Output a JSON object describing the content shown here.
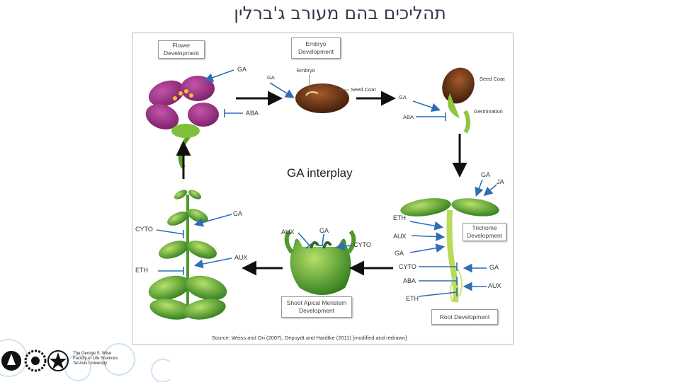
{
  "slide": {
    "title": "תהליכים בהם מעורב ג'ברלין"
  },
  "diagram": {
    "center_title": "GA interplay",
    "boxes": {
      "flower": "Flower Development",
      "embryo": "Embryo Development",
      "trichome": "Trichome Development",
      "root": "Root Development",
      "shoot": "Shoot Apical Meristem Development"
    },
    "labels": {
      "flower_ga": "GA",
      "flower_aba": "ABA",
      "embryo_ga": "GA",
      "embryo_embryo": "Embryo",
      "embryo_seedcoat": "Seed Coat",
      "germ_seedcoat": "Seed Coat",
      "germ_ga": "GA",
      "germ_aba": "ABA",
      "germ_germination": "Germination",
      "seedling_ga": "GA",
      "seedling_ja": "JA",
      "seedling_eth": "ETH",
      "seedling_aux": "AUX",
      "seedling_ga2": "GA",
      "root_cyto": "CYTO",
      "root_aba": "ABA",
      "root_eth": "ETH",
      "root_ga": "GA",
      "root_aux": "AUX",
      "sam_aux": "AUX",
      "sam_ga": "GA",
      "sam_cyto": "CYTO",
      "stem_ga": "GA",
      "stem_cyto": "CYTO",
      "stem_aux": "AUX",
      "stem_eth": "ETH"
    },
    "source": "Source: Weiss and Ori (2007), Depuydt and Hardtke (2011) [modified and redrawn]"
  },
  "footer": {
    "university_lines": [
      "The George S. Wise",
      "Faculty of Life Sciences",
      "Tel Aviv University"
    ]
  },
  "colors": {
    "promote": "#2f6db5",
    "flow": "#111111",
    "plant": "#4f9a2a",
    "flower": "#9b2f86"
  }
}
